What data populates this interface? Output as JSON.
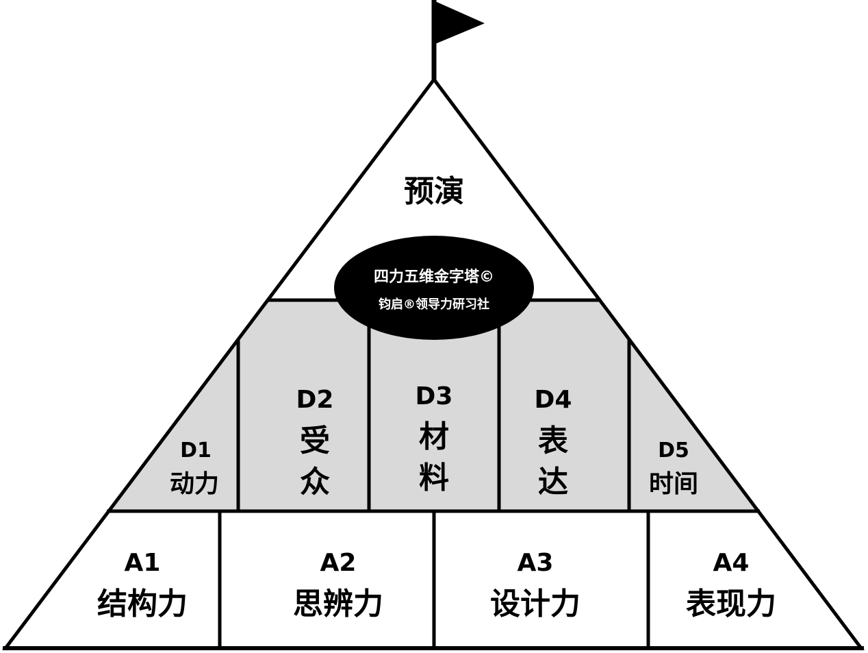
{
  "top": {
    "label": "预演"
  },
  "badge": {
    "line1": "四力五维金字塔©",
    "line2": "钧启®领导力研习社"
  },
  "dimensions": [
    {
      "code": "D1",
      "name": "动力"
    },
    {
      "code": "D2",
      "name1": "受",
      "name2": "众"
    },
    {
      "code": "D3",
      "name1": "材",
      "name2": "料"
    },
    {
      "code": "D4",
      "name1": "表",
      "name2": "达"
    },
    {
      "code": "D5",
      "name": "时间"
    }
  ],
  "abilities": [
    {
      "code": "A1",
      "name": "结构力"
    },
    {
      "code": "A2",
      "name": "思辨力"
    },
    {
      "code": "A3",
      "name": "设计力"
    },
    {
      "code": "A4",
      "name": "表现力"
    }
  ],
  "colors": {
    "outline": "#000000",
    "middle_fill": "#d9d9d9",
    "badge_fill": "#000000",
    "badge_text": "#ffffff"
  }
}
